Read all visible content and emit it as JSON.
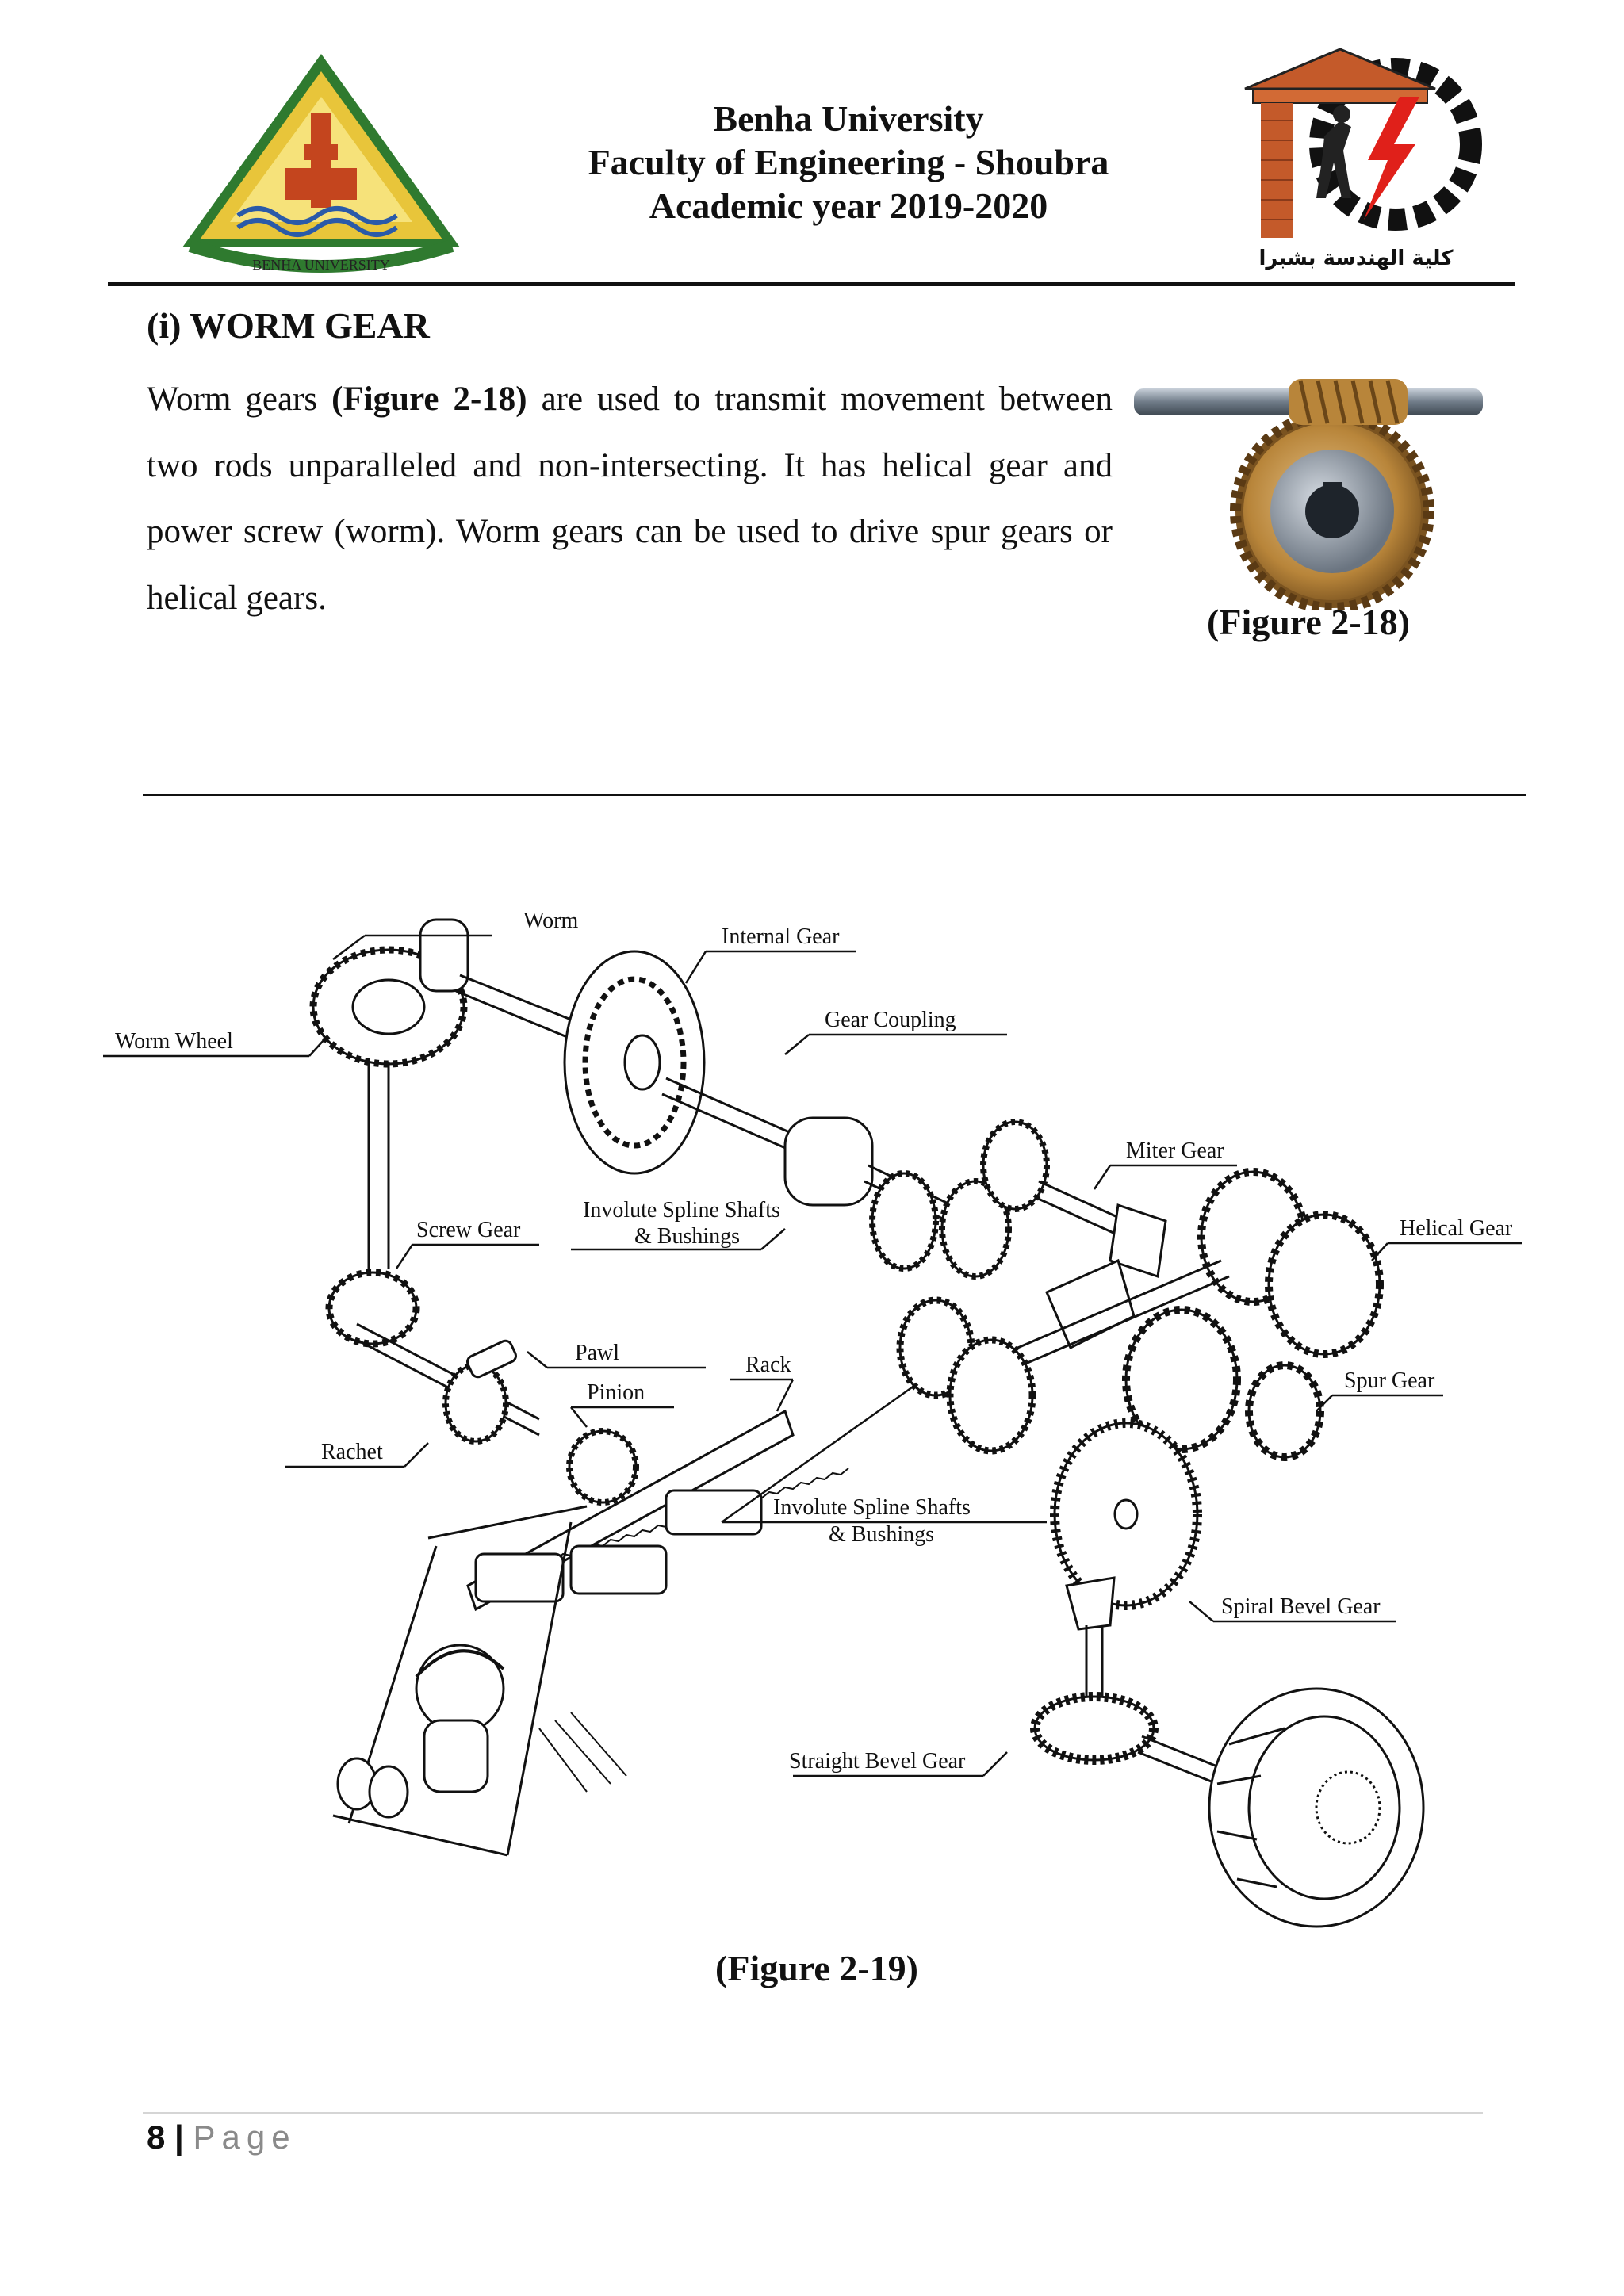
{
  "header": {
    "university": "Benha University",
    "faculty": "Faculty of Engineering - Shoubra",
    "academic_year": "Academic year 2019-2020",
    "left_logo_text": "BENHA UNIVERSITY",
    "right_logo_text": "كلية الهندسة بشبرا"
  },
  "section": {
    "heading": "(i)  WORM GEAR",
    "paragraph_parts": {
      "p1": "Worm gears ",
      "p2": "(Figure 2-18)",
      "p3": " are used to transmit movement between two rods unparalleled and non-intersecting. It has helical gear and power screw (worm). Worm gears can be used to drive spur gears or helical gears."
    }
  },
  "figure_18": {
    "caption": "(Figure 2-18)"
  },
  "figure_19": {
    "caption": "(Figure 2-19)",
    "labels": {
      "worm": "Worm",
      "internal_gear": "Internal Gear",
      "worm_wheel": "Worm Wheel",
      "gear_coupling": "Gear Coupling",
      "miter_gear": "Miter Gear",
      "involute_spline_top_1": "Involute Spline Shafts",
      "involute_spline_top_2": "& Bushings",
      "screw_gear": "Screw Gear",
      "helical_gear": "Helical Gear",
      "pawl": "Pawl",
      "rack": "Rack",
      "pinion": "Pinion",
      "spur_gear": "Spur Gear",
      "rachet": "Rachet",
      "involute_spline_bottom_1": "Involute Spline Shafts",
      "involute_spline_bottom_2": "& Bushings",
      "spiral_bevel_gear": "Spiral Bevel Gear",
      "straight_bevel_gear": "Straight Bevel Gear"
    }
  },
  "footer": {
    "page_number": "8",
    "separator": "|",
    "page_word": "Page"
  },
  "colors": {
    "gold": "#d9a82a",
    "green": "#3a8a3a",
    "brick": "#b5562a",
    "red": "#e0201a",
    "bronze": "#b8853a",
    "steel": "#8a96a4"
  }
}
